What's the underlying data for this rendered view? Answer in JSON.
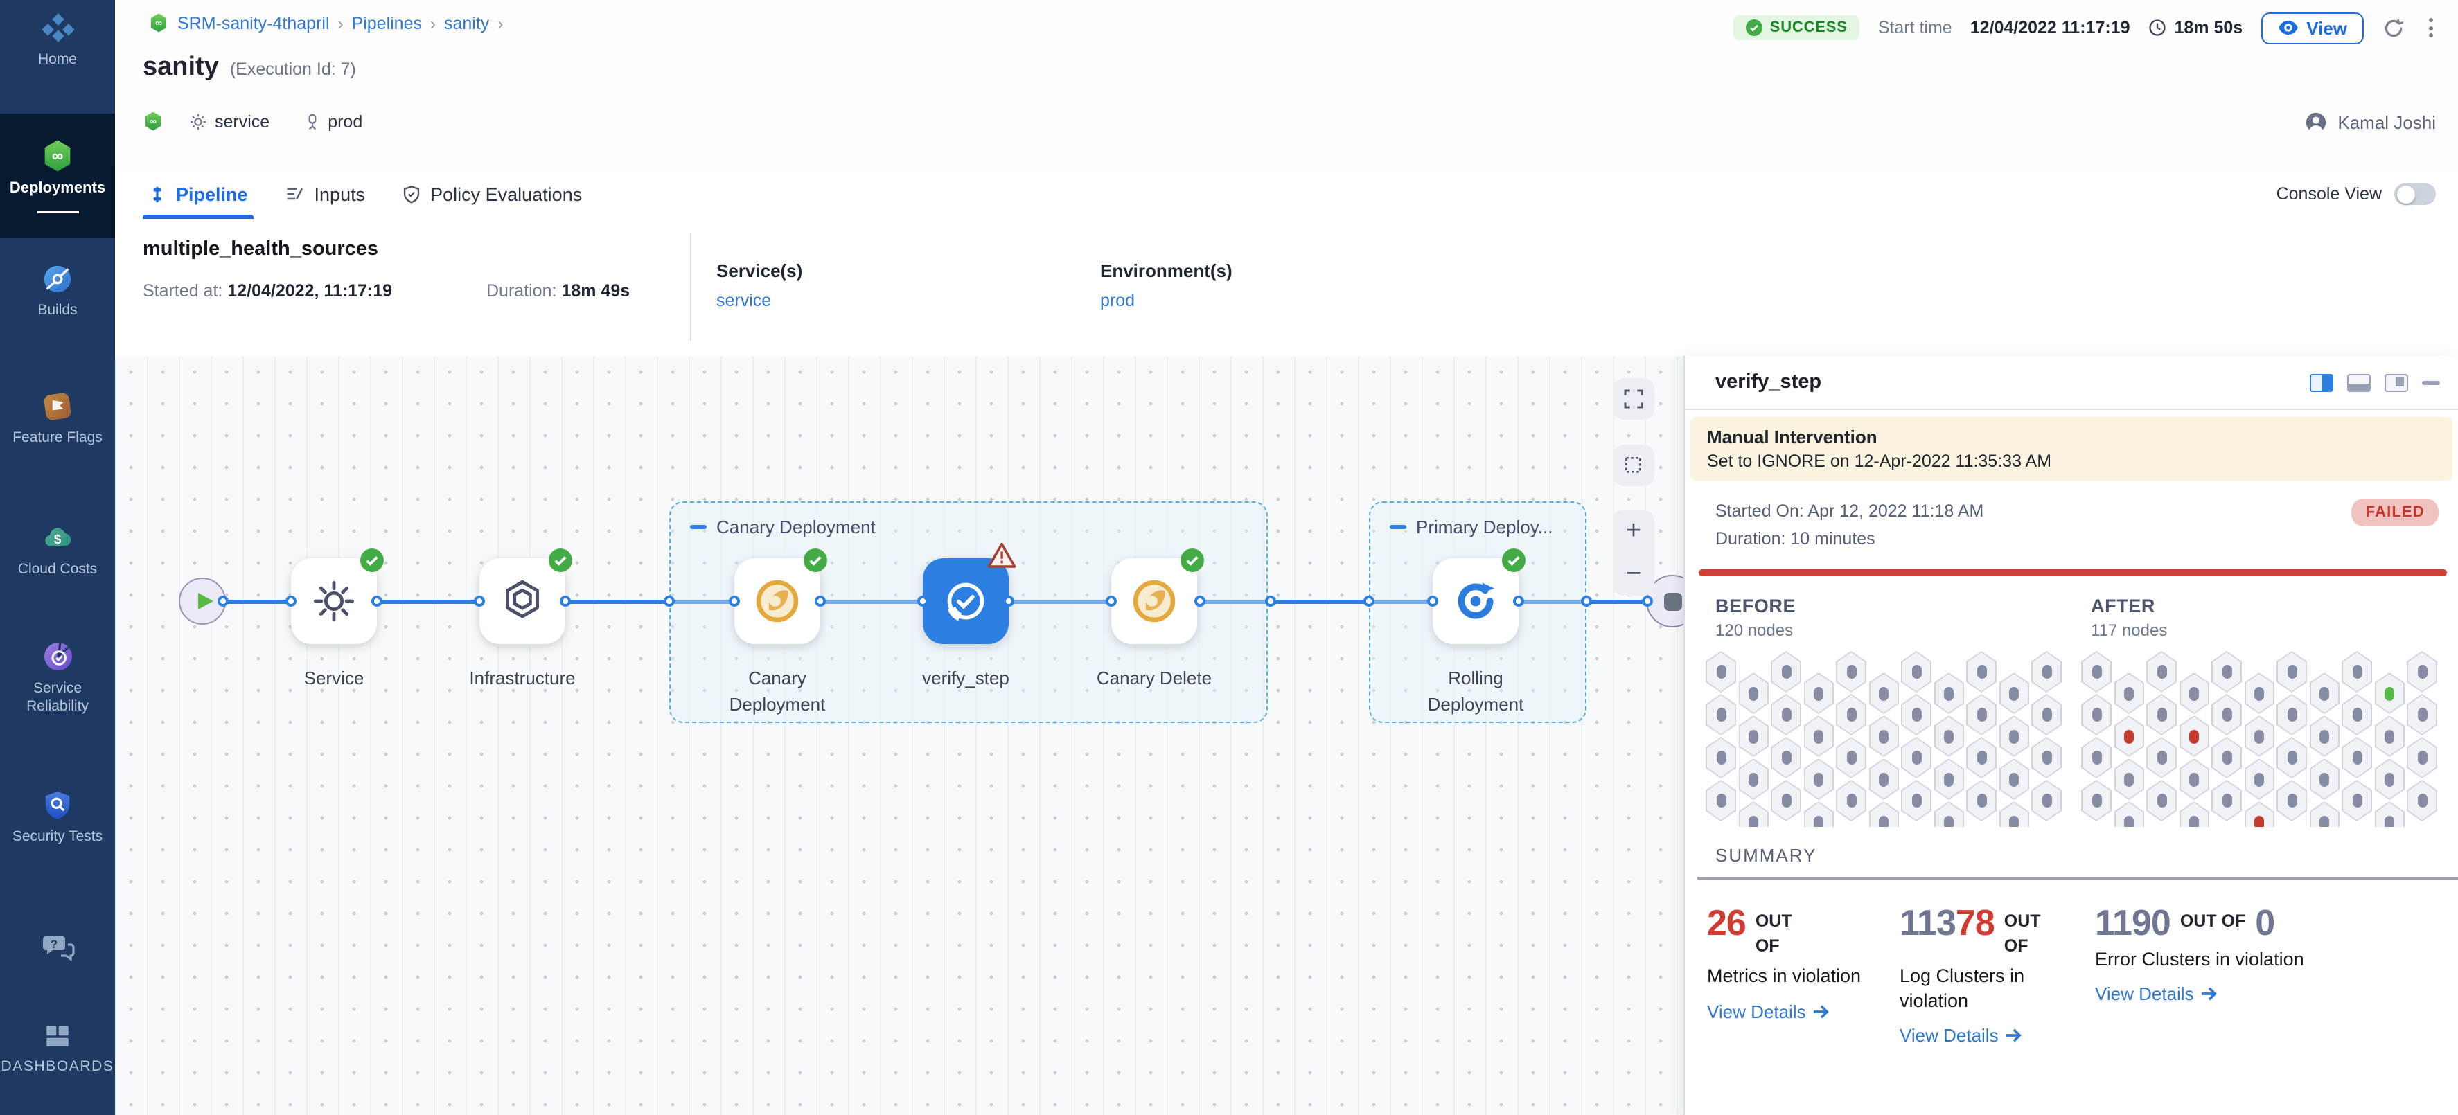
{
  "colors": {
    "accent_blue": "#1b6be3",
    "success_green": "#42ab45",
    "danger_red": "#cf3b31",
    "slate_number": "#6f7694",
    "sidebar_navy": "#1e3a62",
    "banner_cream": "#faf3df",
    "failed_badge_bg": "#f1c3c0"
  },
  "sidebar": {
    "items": [
      {
        "label": "Home"
      },
      {
        "label": "Deployments",
        "active": true
      },
      {
        "label": "Builds"
      },
      {
        "label": "Feature Flags"
      },
      {
        "label": "Cloud Costs"
      },
      {
        "label": "Service Reliability"
      },
      {
        "label": "Security Tests"
      },
      {
        "label": ""
      },
      {
        "label": "DASHBOARDS"
      }
    ]
  },
  "breadcrumb": {
    "items": [
      "SRM-sanity-4thapril",
      "Pipelines",
      "sanity"
    ],
    "separator": "›"
  },
  "status_bar": {
    "status": "SUCCESS",
    "start_time_label": "Start time",
    "start_time": "12/04/2022 11:17:19",
    "elapsed": "18m 50s",
    "view_button": "View"
  },
  "title": {
    "name": "sanity",
    "execution_id": "(Execution Id: 7)",
    "service_tag": "service",
    "env_tag": "prod",
    "user": "Kamal Joshi"
  },
  "tabs": {
    "pipeline": "Pipeline",
    "inputs": "Inputs",
    "policy": "Policy Evaluations",
    "console_view_label": "Console View"
  },
  "run_info": {
    "name": "multiple_health_sources",
    "started_label": "Started at:",
    "started_value": "12/04/2022, 11:17:19",
    "duration_label": "Duration:",
    "duration_value": "18m 49s",
    "services_label": "Service(s)",
    "services_value": "service",
    "environments_label": "Environment(s)",
    "environments_value": "prod"
  },
  "pipeline": {
    "groups": [
      {
        "label": "Canary Deployment"
      },
      {
        "label": "Primary Deploy..."
      }
    ],
    "nodes": [
      {
        "label": "Service",
        "status": "success"
      },
      {
        "label": "Infrastructure",
        "status": "success"
      },
      {
        "label": "Canary Deployment",
        "status": "success"
      },
      {
        "label": "verify_step",
        "status": "warning",
        "selected": true
      },
      {
        "label": "Canary Delete",
        "status": "success"
      },
      {
        "label": "Rolling Deployment",
        "status": "success"
      }
    ]
  },
  "panel": {
    "title": "verify_step",
    "banner": {
      "title": "Manual Intervention",
      "message": "Set to IGNORE on 12-Apr-2022 11:35:33 AM"
    },
    "started": "Started On: Apr 12, 2022 11:18 AM",
    "duration": "Duration: 10 minutes",
    "status": "FAILED",
    "before": {
      "label": "BEFORE",
      "count": "120 nodes"
    },
    "after": {
      "label": "AFTER",
      "count": "117 nodes"
    },
    "node_grids": {
      "before": {
        "cols": 11,
        "rows": 4,
        "special": []
      },
      "after": {
        "cols": 11,
        "rows": 4,
        "special": [
          {
            "c": 9,
            "r": 0,
            "color": "#57ba47"
          },
          {
            "c": 1,
            "r": 1,
            "color": "#c23a30"
          },
          {
            "c": 3,
            "r": 1,
            "color": "#c23a30"
          },
          {
            "c": 5,
            "r": 3,
            "color": "#c23a30"
          }
        ]
      }
    },
    "summary_label": "SUMMARY",
    "stats": {
      "metrics": {
        "value": "26",
        "out_of": "OUT OF",
        "label": "Metrics in violation",
        "link": "View Details"
      },
      "logs": {
        "value_gray": "113",
        "value_red": "78",
        "out_of": "OUT OF",
        "label": "Log Clusters in violation",
        "link": "View Details"
      },
      "errors": {
        "value": "1190",
        "out_of": "OUT OF",
        "total": "0",
        "label": "Error Clusters in violation",
        "link": "View Details"
      }
    }
  }
}
